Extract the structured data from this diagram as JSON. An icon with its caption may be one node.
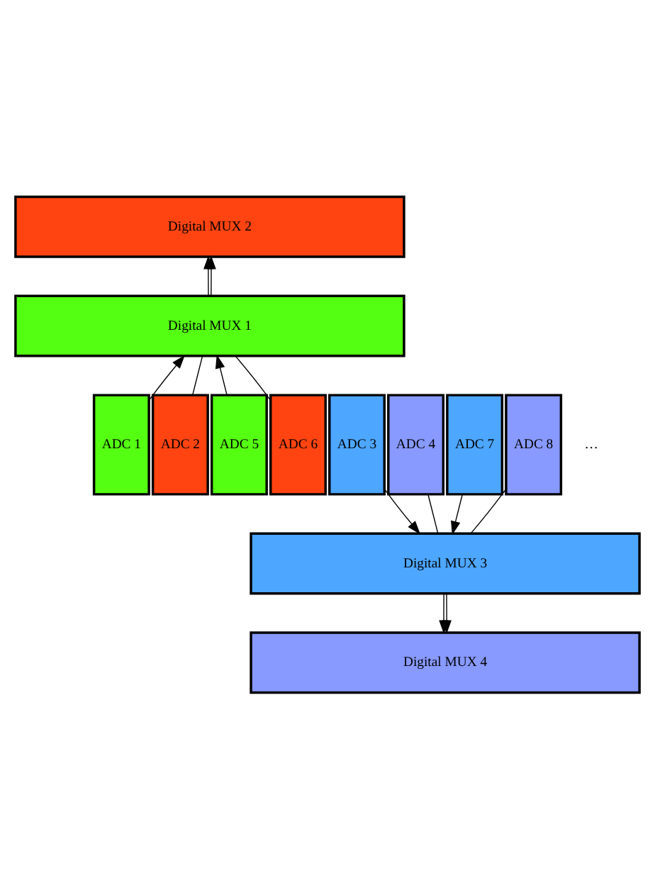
{
  "diagram": {
    "nodes": [
      {
        "text": [
          "Digital MUX 2"
        ]
      },
      {
        "text": [
          "Digital MUX 1"
        ]
      },
      {
        "text": [
          "ADC 1"
        ]
      },
      {
        "text": [
          "ADC 2"
        ]
      },
      {
        "text": [
          "ADC 3"
        ]
      },
      {
        "text": [
          "ADC 4"
        ]
      },
      {
        "text": [
          "ADC 5"
        ]
      },
      {
        "text": [
          "ADC 6"
        ]
      },
      {
        "text": [
          "ADC 7"
        ]
      },
      {
        "text": [
          "ADC 8"
        ]
      },
      {
        "text": [
          "Digital MUX 3"
        ]
      },
      {
        "text": [
          "Digital MUX 4"
        ]
      }
    ],
    "edges": [
      {
        "from": 1,
        "to": 0,
        "arrow": "to"
      },
      {
        "from": 1,
        "to": 0,
        "arrow": "to"
      },
      {
        "from": 2,
        "to": 1,
        "arrow": "to"
      },
      {
        "from": 3,
        "to": 1,
        "arrow": "none"
      },
      {
        "from": 6,
        "to": 1,
        "arrow": "to"
      },
      {
        "from": 7,
        "to": 1,
        "arrow": "none"
      },
      {
        "from": 4,
        "to": 10,
        "arrow": "to"
      },
      {
        "from": 5,
        "to": 10,
        "arrow": "none"
      },
      {
        "from": 8,
        "to": 10,
        "arrow": "to"
      },
      {
        "from": 9,
        "to": 10,
        "arrow": "none"
      },
      {
        "from": 10,
        "to": 11,
        "arrow": "to"
      },
      {
        "from": 10,
        "to": 11,
        "arrow": "to"
      }
    ],
    "labels": [
      "…"
    ]
  }
}
